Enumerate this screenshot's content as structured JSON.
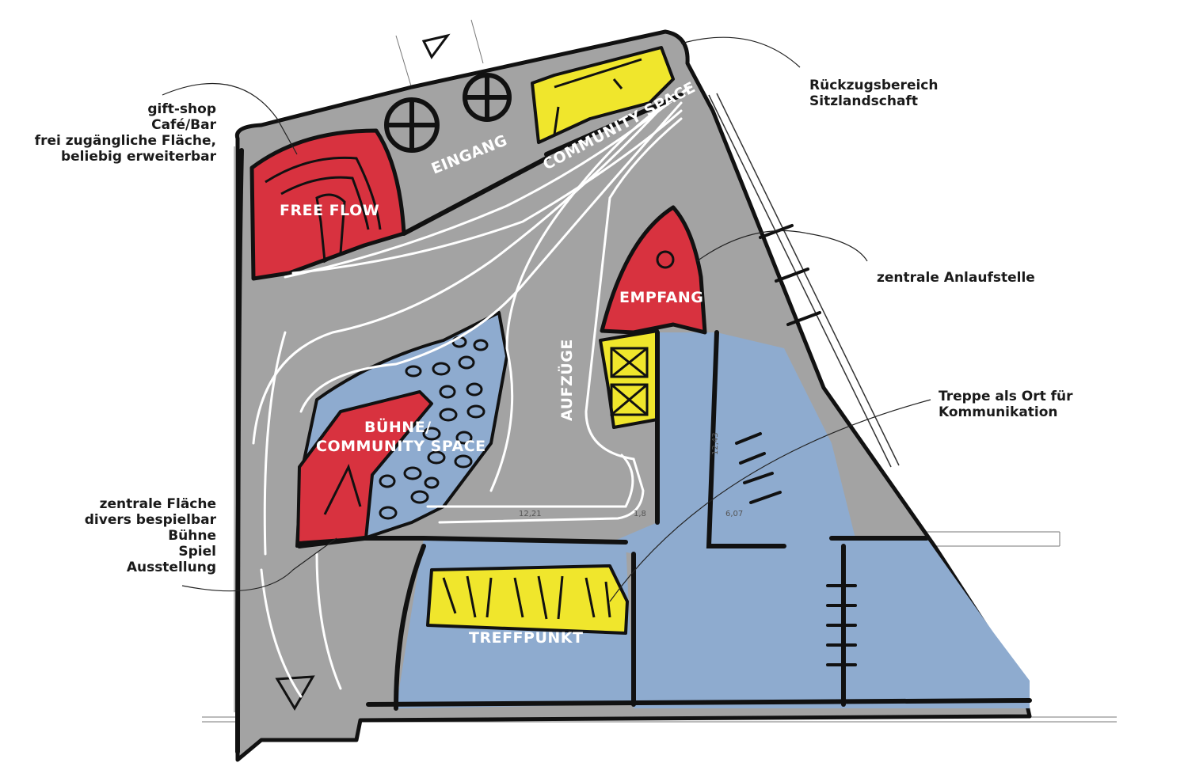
{
  "colors": {
    "grey_floor": "#a3a3a3",
    "red_zone": "#d8323f",
    "yellow_zone": "#f0e62c",
    "blue_zone": "#8eabcf",
    "ink": "#111111"
  },
  "zones": {
    "free_flow": "FREE FLOW",
    "eingang": "EINGANG",
    "community_space": "COMMUNITY SPACE",
    "empfang": "EMPFANG",
    "aufzuege": "AUFZÜGE",
    "buehne_line1": "BÜHNE/",
    "buehne_line2": "COMMUNITY SPACE",
    "treffpunkt": "TREFFPUNKT"
  },
  "annotations": {
    "giftshop": [
      "gift-shop",
      "Café/Bar",
      "frei zugängliche Fläche,",
      "beliebig erweiterbar"
    ],
    "rueckzug": [
      "Rückzugsbereich",
      "Sitzlandschaft"
    ],
    "anlaufstelle": [
      "zentrale Anlaufstelle"
    ],
    "treppe": [
      "Treppe als Ort für",
      "Kommunikation"
    ],
    "flaeche": [
      "zentrale Fläche",
      "divers bespielbar",
      "Bühne",
      "Spiel",
      "Ausstellung"
    ]
  },
  "dimensions": {
    "d1": "12,21",
    "d2": "1,8",
    "d3": "6,07",
    "d4": "12,43"
  }
}
